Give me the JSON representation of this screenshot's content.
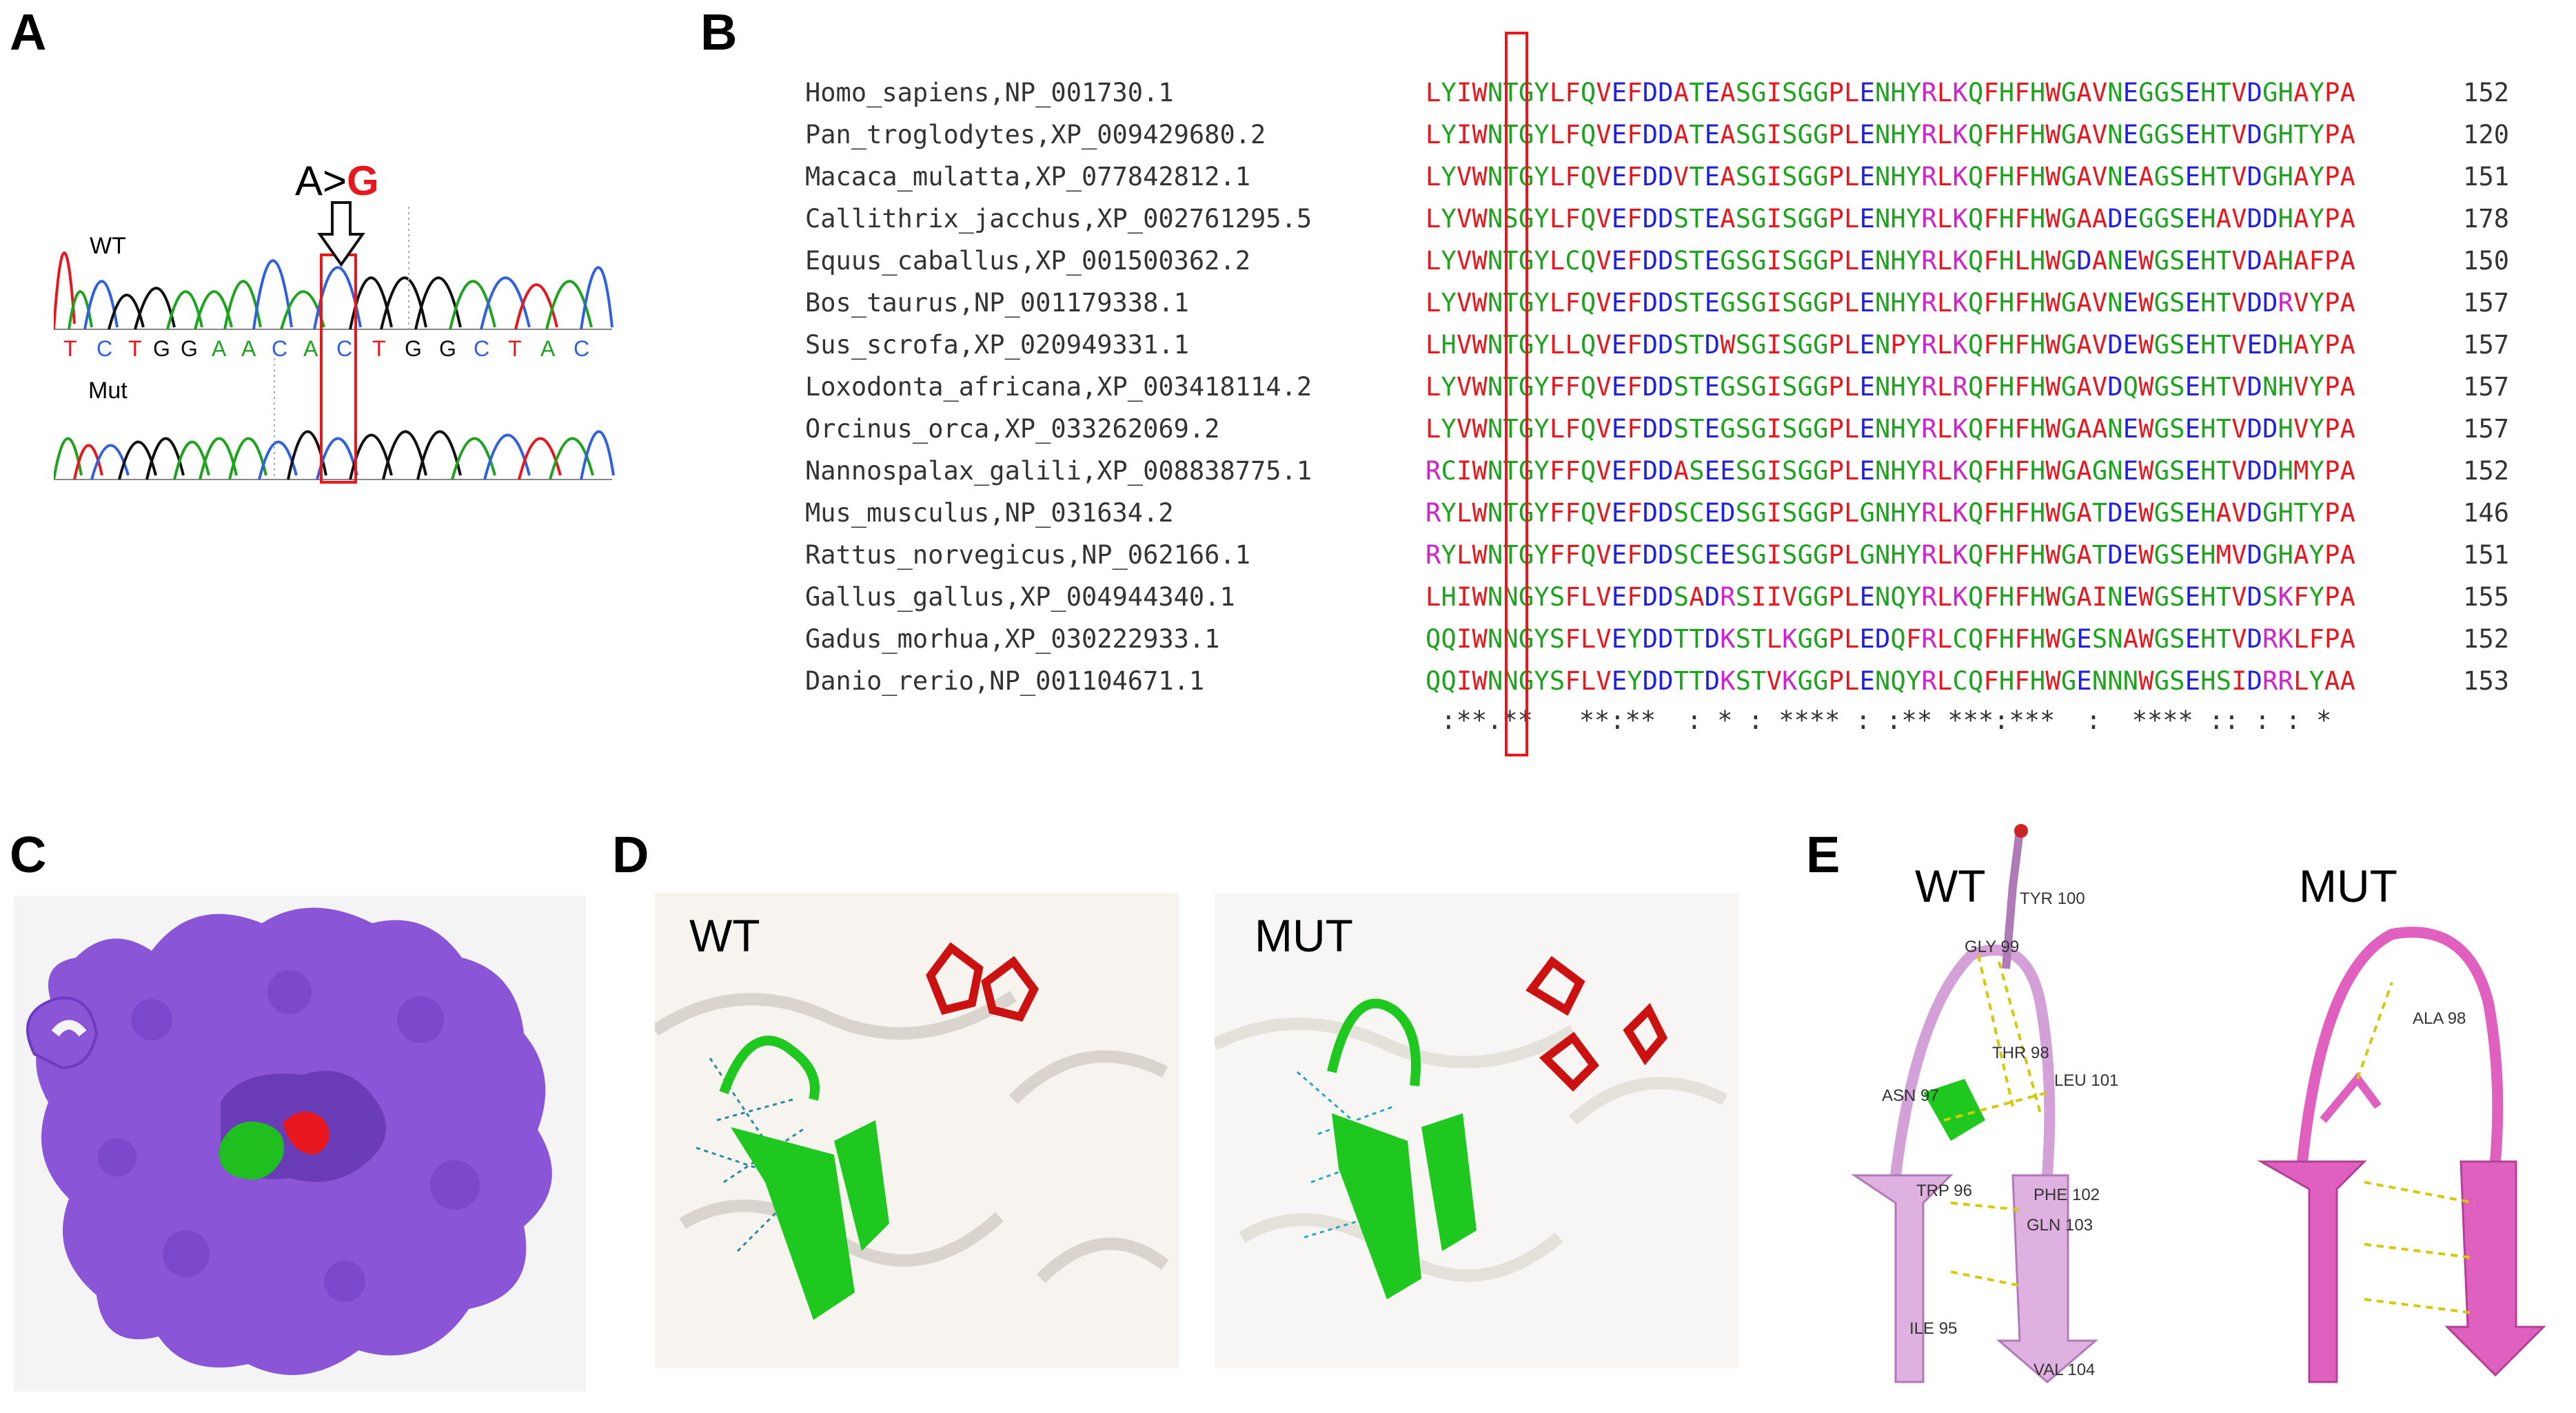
{
  "panels": {
    "A": "A",
    "B": "B",
    "C": "C",
    "D": "D",
    "E": "E"
  },
  "panelA": {
    "mutation_ref": "A>",
    "mutation_alt": "G",
    "wt_label": "WT",
    "mut_label": "Mut",
    "bases": [
      "T",
      "C",
      "T",
      "G",
      "G",
      "A",
      "A",
      "C",
      "A",
      "C",
      "T",
      "G",
      "G",
      "C",
      "T",
      "A",
      "C"
    ]
  },
  "panelB": {
    "rows": [
      {
        "species": "Homo_sapiens,NP_001730.1",
        "seq": "LYIWNTGYLFQVEFDDATEASGISGGPLENHYRLKQFHFHWGAVNEGGSEHTVDGHAYPA",
        "pos": "152"
      },
      {
        "species": "Pan_troglodytes,XP_009429680.2",
        "seq": "LYIWNTGYLFQVEFDDATEASGISGGPLENHYRLKQFHFHWGAVNEGGSEHTVDGHTYPA",
        "pos": "120"
      },
      {
        "species": "Macaca_mulatta,XP_077842812.1",
        "seq": "LYVWNTGYLFQVEFDDVTEASGISGGPLENHYRLKQFHFHWGAVNEAGSEHTVDGHAYPA",
        "pos": "151"
      },
      {
        "species": "Callithrix_jacchus,XP_002761295.5",
        "seq": "LYVWNSGYLFQVEFDDSTEASGISGGPLENHYRLKQFHFHWGAADEGGSEHAVDDHAYPA",
        "pos": "178"
      },
      {
        "species": "Equus_caballus,XP_001500362.2",
        "seq": "LYVWNTGYLCQVEFDDSTEGSGISGGPLENHYRLKQFHLHWGDANEWGSEHTVDAHAFPA",
        "pos": "150"
      },
      {
        "species": "Bos_taurus,NP_001179338.1",
        "seq": "LYVWNTGYLFQVEFDDSTEGSGISGGPLENHYRLKQFHFHWGAVNEWGSEHTVDDRVYPA",
        "pos": "157"
      },
      {
        "species": "Sus_scrofa,XP_020949331.1",
        "seq": "LHVWNTGYLLQVEFDDSTDWSGISGGPLENPYRLKQFHFHWGAVDEWGSEHTVEDHAYPA",
        "pos": "157"
      },
      {
        "species": "Loxodonta_africana,XP_003418114.2",
        "seq": "LYVWNTGYFFQVEFDDSTEGSGISGGPLENHYRLRQFHFHWGAVDQWGSEHTVDNHVYPA",
        "pos": "157"
      },
      {
        "species": "Orcinus_orca,XP_033262069.2",
        "seq": "LYVWNTGYLFQVEFDDSTEGSGISGGPLENHYRLKQFHFHWGAANEWGSEHTVDDHVYPA",
        "pos": "157"
      },
      {
        "species": "Nannospalax_galili,XP_008838775.1",
        "seq": "RCIWNTGYFFQVEFDDASEESGISGGPLENHYRLKQFHFHWGAGNEWGSEHTVDDHMYPA",
        "pos": "152"
      },
      {
        "species": "Mus_musculus,NP_031634.2",
        "seq": "RYLWNTGYFFQVEFDDSCEDSGISGGPLGNHYRLKQFHFHWGATDEWGSEHAVDGHTYPA",
        "pos": "146"
      },
      {
        "species": "Rattus_norvegicus,NP_062166.1",
        "seq": "RYLWNTGYFFQVEFDDSCEESGISGGPLGNHYRLKQFHFHWGATDEWGSEHMVDGHAYPA",
        "pos": "151"
      },
      {
        "species": "Gallus_gallus,XP_004944340.1",
        "seq": "LHIWNNGYSFLVEFDDSADRSIIVGGPLENQYRLKQFHFHWGAINEWGSEHTVDSKFYPA",
        "pos": "155"
      },
      {
        "species": "Gadus_morhua,XP_030222933.1",
        "seq": "QQIWNNGYSFLVEYDDTTDKSTLKGGPLEDQFRLCQFHFHWGESNAWGSEHTVDRKLFPA",
        "pos": "152"
      },
      {
        "species": "Danio_rerio,NP_001104671.1",
        "seq": "QQIWNNGYSFLVEYDDTTDKSTVKGGPLENQYRLCQFHFHWGENNNWGSEHSIDRRLYAA",
        "pos": "153"
      }
    ],
    "consensus": " :**.**   **:**  : * : **** : :** ***:***  :  **** :: : : *"
  },
  "panelD": {
    "wt_label": "WT",
    "mut_label": "MUT"
  },
  "panelE": {
    "wt_label": "WT",
    "mut_label": "MUT",
    "wt_residues": [
      "TYR 100",
      "GLY 99",
      "THR 98",
      "LEU 101",
      "ASN 97",
      "TRP 96",
      "PHE 102",
      "GLN 103",
      "ILE 95",
      "VAL 104"
    ],
    "mut_residues": [
      "ALA 98"
    ]
  },
  "colors": {
    "red": "#e8161d",
    "green": "#1ea31e",
    "blue": "#2020e0",
    "magenta": "#d020d0",
    "purple": "#8a55d6"
  }
}
